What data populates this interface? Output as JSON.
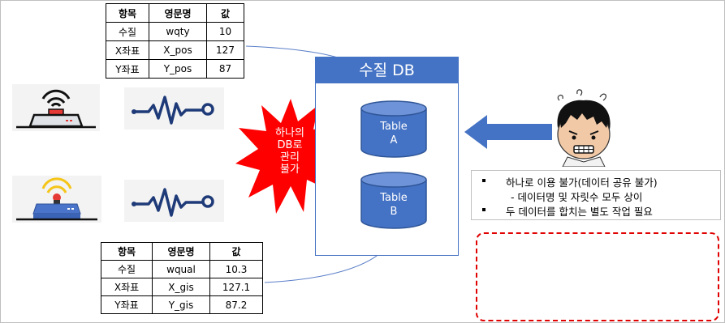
{
  "table_top": {
    "headers": [
      "항목",
      "영문명",
      "값"
    ],
    "rows": [
      [
        "수질",
        "wqty",
        "10"
      ],
      [
        "X좌표",
        "X_pos",
        "127"
      ],
      [
        "Y좌표",
        "Y_pos",
        "87"
      ]
    ]
  },
  "table_bottom": {
    "headers": [
      "항목",
      "영문명",
      "값"
    ],
    "rows": [
      [
        "수질",
        "wqual",
        "10.3"
      ],
      [
        "X좌표",
        "X_gis",
        "127.1"
      ],
      [
        "Y좌표",
        "Y_gis",
        "87.2"
      ]
    ]
  },
  "db": {
    "title": "수질 DB",
    "table_a": [
      "Table",
      "A"
    ],
    "table_b": [
      "Table",
      "B"
    ]
  },
  "burst": [
    "하나의",
    "DB로",
    "관리",
    "불가"
  ],
  "note": {
    "line1": "하나로 이용 불가(데이터 공유 불가)",
    "line2": "- 데이터명 및 자릿수 모두 상이",
    "line3": "두 데이터를 합치는 별도 작업 필요"
  },
  "colors": {
    "db_blue": "#4472c4",
    "burst_red": "#ff0000",
    "arrow_blue": "#4472c4",
    "dash_red": "#e00000"
  },
  "icons": [
    "sensor-red-icon",
    "sensor-yellow-icon",
    "signal-wave-icon",
    "frustrated-person-icon"
  ]
}
